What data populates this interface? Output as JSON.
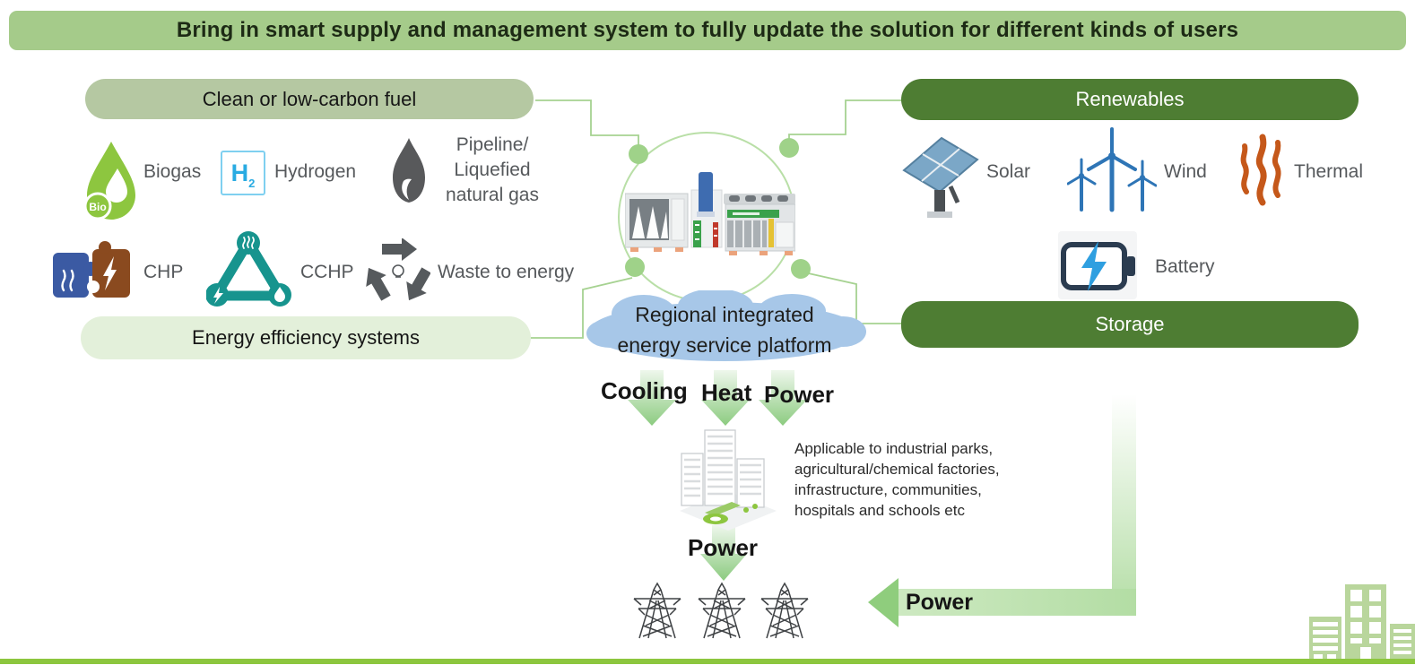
{
  "banner": {
    "title": "Bring in smart supply and management system to fully update the solution for different kinds of users"
  },
  "left_panel": {
    "header": "Clean or low-carbon fuel",
    "fuels": [
      {
        "label": "Biogas",
        "badge": "Bio"
      },
      {
        "label": "Hydrogen",
        "symbol": "H",
        "symbol_sub": "2"
      },
      {
        "label": "Pipeline/ Liquefied natural gas"
      }
    ],
    "efficiency_items": [
      {
        "label": "CHP"
      },
      {
        "label": "CCHP"
      },
      {
        "label": "Waste to energy"
      }
    ],
    "efficiency_header": "Energy efficiency systems"
  },
  "right_panel": {
    "header": "Renewables",
    "renewables": [
      {
        "label": "Solar"
      },
      {
        "label": "Wind"
      },
      {
        "label": "Thermal"
      }
    ],
    "battery_label": "Battery",
    "storage_header": "Storage"
  },
  "platform": {
    "line1": "Regional integrated",
    "line2": "energy service platform"
  },
  "outputs": {
    "cooling": "Cooling",
    "heat": "Heat",
    "power": "Power"
  },
  "users": {
    "description_lines": [
      "Applicable to industrial parks,",
      "agricultural/chemical factories,",
      "infrastructure, communities,",
      "hospitals and schools etc"
    ]
  },
  "grid_flow": {
    "label": "Power"
  },
  "storage_flow": {
    "label": "Power"
  },
  "colors": {
    "banner_bg": "#a5cb8a",
    "sage_pill": "#b5c8a2",
    "light_pill": "#e3f0da",
    "dark_pill": "#4e7d33",
    "connector_green": "#a6d291",
    "cloud_blue": "#a7c7e8",
    "arrow_green": "#8ccb80",
    "biogas_green": "#8dc63f",
    "hydrogen_blue": "#29abe2",
    "flame_gray": "#58595b",
    "chp_blue": "#3b5aa3",
    "chp_brown": "#8a4a1f",
    "cchp_teal": "#17948e",
    "wind_blue": "#2e75b6",
    "thermal_orange": "#c5581a",
    "battery_navy": "#2b3c50",
    "bottom_line_green": "#8cc63e"
  }
}
